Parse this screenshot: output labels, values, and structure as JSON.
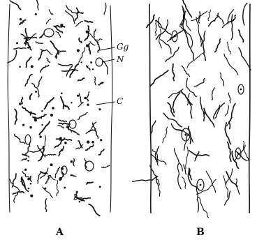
{
  "panels": [
    {
      "id": "A",
      "label": "A"
    },
    {
      "id": "B",
      "label": "B"
    }
  ],
  "annotations": [
    {
      "id": "gg",
      "text": "Gg"
    },
    {
      "id": "n",
      "text": "N"
    },
    {
      "id": "c",
      "text": "C"
    }
  ],
  "colors": {
    "ink": "#1a1a1a",
    "background": "#ffffff"
  }
}
